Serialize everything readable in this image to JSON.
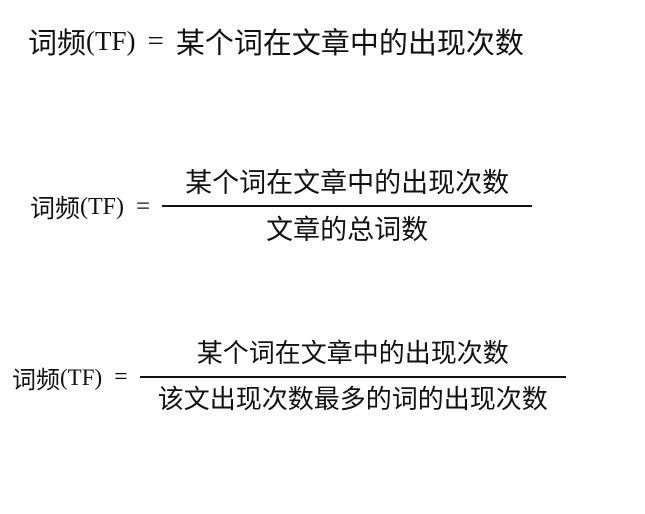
{
  "formulas": [
    {
      "lhs_cn": "词频",
      "lhs_abbr": "(TF)",
      "equals": "=",
      "rhs": "某个词在文章中的出现次数"
    },
    {
      "lhs_cn": "词频",
      "lhs_abbr": "(TF)",
      "equals": "=",
      "numerator": "某个词在文章中的出现次数",
      "denominator": "文章的总词数"
    },
    {
      "lhs_cn": "词频",
      "lhs_abbr": "(TF)",
      "equals": "=",
      "numerator": "某个词在文章中的出现次数",
      "denominator": "该文出现次数最多的词的出现次数"
    }
  ]
}
